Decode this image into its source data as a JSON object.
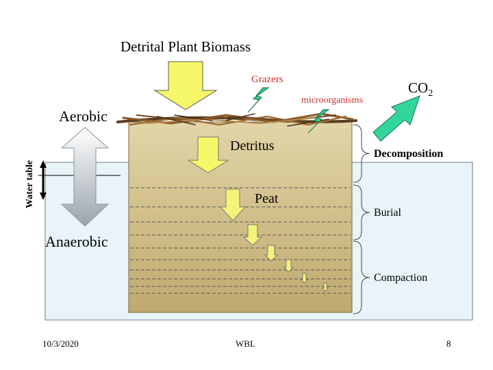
{
  "title": "Detrital Plant Biomass",
  "labels": {
    "grazers": "Grazers",
    "microorganisms": "microorganisms",
    "co2_main": "CO",
    "co2_sub": "2",
    "aerobic": "Aerobic",
    "water_table": "Water table",
    "detritus": "Detritus",
    "peat": "Peat",
    "decomposition": "Decomposition",
    "burial": "Burial",
    "anaerobic": "Anaerobic",
    "compaction": "Compaction"
  },
  "footer": {
    "date": "10/3/2020",
    "author": "WBL",
    "page": "8"
  },
  "colors": {
    "water": "#e8f4f8",
    "sediment": "#d4c494",
    "arrow_yellow": "#f7f76a",
    "bolt_green": "#2fd08a",
    "co2_green": "#33d69a",
    "label_red": "#d03030"
  }
}
